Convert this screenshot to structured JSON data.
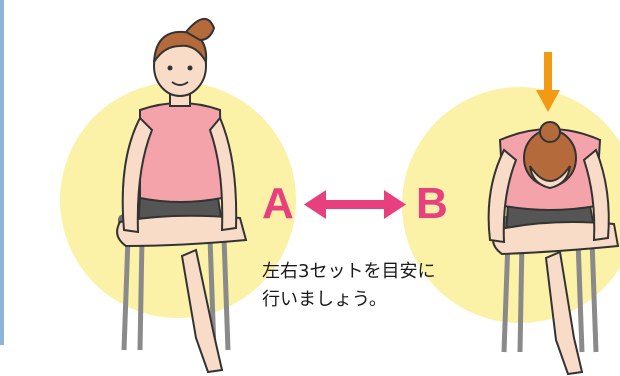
{
  "labels": {
    "a": "A",
    "b": "B"
  },
  "instruction": {
    "line1": "左右3セットを目安に",
    "line2": "行いましょう。"
  },
  "colors": {
    "accent_pink": "#e8407f",
    "arrow_orange": "#f39a14",
    "circle_yellow": "#fbf1a7",
    "shirt_pink": "#f4a3ab",
    "skin": "#f8dcc8",
    "hair": "#b46a3a",
    "shorts": "#555555",
    "rule_blue": "#8fb3d9"
  },
  "icons": {
    "swap": "double-arrow-icon",
    "down": "down-arrow-icon"
  }
}
